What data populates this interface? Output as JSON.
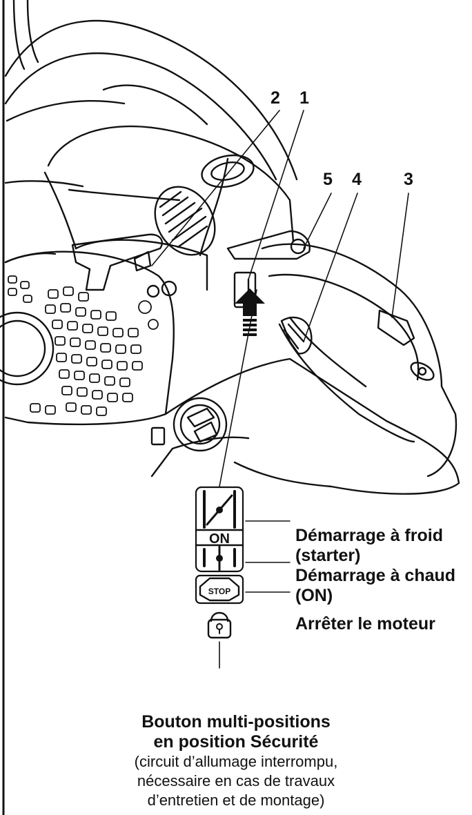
{
  "callouts": {
    "n1": "1",
    "n2": "2",
    "n3": "3",
    "n4": "4",
    "n5": "5"
  },
  "switch_panel": {
    "on_text": "ON",
    "stop_text": "STOP",
    "labels": {
      "cold_start_line1": "Démarrage à froid",
      "cold_start_line2": "(starter)",
      "warm_start_line1": "Démarrage à chaud",
      "warm_start_line2": "(ON)",
      "stop_engine": "Arrêter le moteur"
    }
  },
  "caption": {
    "title_line1": "Bouton multi-positions",
    "title_line2": "en position Sécurité",
    "note_line1": "(circuit d’allumage interrompu,",
    "note_line2": "nécessaire en cas de travaux",
    "note_line3": "d’entretien et de montage)"
  },
  "colors": {
    "ink": "#111111",
    "paper": "#ffffff",
    "light": "#e9e9e9"
  }
}
